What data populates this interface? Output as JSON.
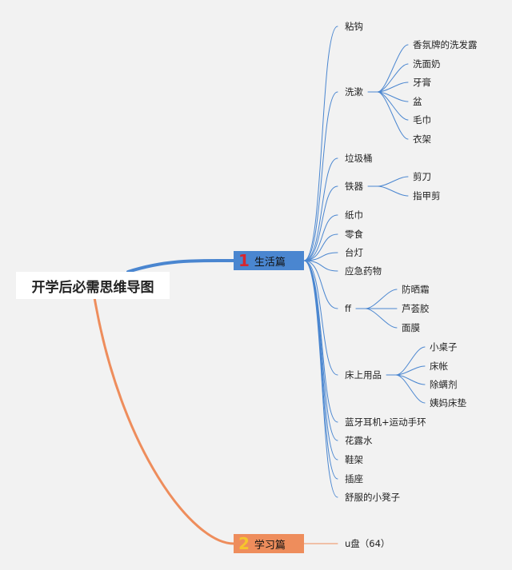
{
  "root": {
    "title": "开学后必需思维导图"
  },
  "branch1": {
    "number": "1",
    "label": "生活篇",
    "color": "#4a86d0",
    "number_color": "#d8262f",
    "items": [
      {
        "label": "粘钩"
      },
      {
        "label": "洗漱",
        "children": [
          "香氛牌的洗发露",
          "洗面奶",
          "牙膏",
          "盆",
          "毛巾",
          "衣架"
        ]
      },
      {
        "label": "垃圾桶"
      },
      {
        "label": "铁器",
        "children": [
          "剪刀",
          "指甲剪"
        ]
      },
      {
        "label": "纸巾"
      },
      {
        "label": "零食"
      },
      {
        "label": "台灯"
      },
      {
        "label": "应急药物"
      },
      {
        "label": "ff",
        "children": [
          "防晒霜",
          "芦荟胶",
          "面膜"
        ]
      },
      {
        "label": "床上用品",
        "children": [
          "小桌子",
          "床帐",
          "除螨剂",
          "姨妈床垫"
        ]
      },
      {
        "label": "蓝牙耳机+运动手环"
      },
      {
        "label": "花露水"
      },
      {
        "label": "鞋架"
      },
      {
        "label": "插座"
      },
      {
        "label": "舒服的小凳子"
      }
    ]
  },
  "branch2": {
    "number": "2",
    "label": "学习篇",
    "color": "#ee8d5c",
    "number_color": "#f6c52c",
    "items": [
      {
        "label": "u盘（64）"
      }
    ]
  }
}
